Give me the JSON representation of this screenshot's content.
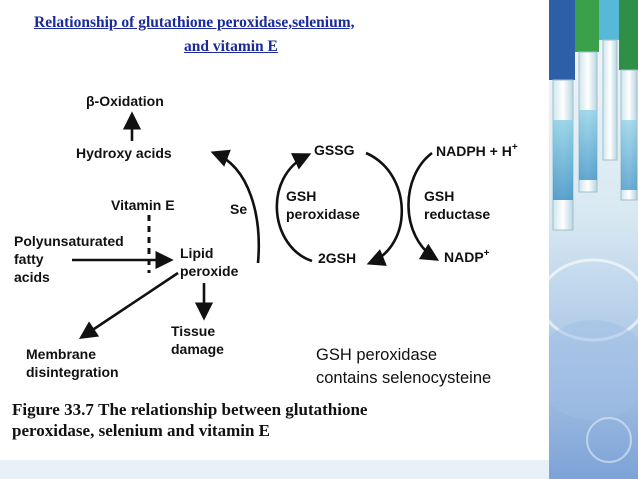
{
  "slide": {
    "title_line1": "Relationship of glutathione peroxidase,selenium,",
    "title_line2": "and vitamin E"
  },
  "diagram": {
    "beta_oxidation": "β-Oxidation",
    "hydroxy_acids": "Hydroxy acids",
    "se": "Se",
    "vitamin_e": "Vitamin E",
    "pufa_line1": "Polyunsaturated",
    "pufa_line2": "fatty",
    "pufa_line3": "acids",
    "lipid_line1": "Lipid",
    "lipid_line2": "peroxide",
    "tissue_line1": "Tissue",
    "tissue_line2": "damage",
    "membrane_line1": "Membrane",
    "membrane_line2": "disintegration",
    "gssg": "GSSG",
    "gsh_perox_line1": "GSH",
    "gsh_perox_line2": "peroxidase",
    "two_gsh": "2GSH",
    "nadph": "NADPH + H",
    "nadph_sup": "+",
    "gsh_red_line1": "GSH",
    "gsh_red_line2": "reductase",
    "nadp": "NADP",
    "nadp_sup": "+"
  },
  "note": {
    "line1": "GSH peroxidase",
    "line2": "contains selenocysteine"
  },
  "caption": {
    "figure_label": "Figure 33.7",
    "text_line1": "The relationship between glutathione",
    "text_line2": "peroxidase, selenium and vitamin E"
  },
  "colors": {
    "title": "#1a2a9a",
    "bottom_strip": "#e9f1f8"
  }
}
